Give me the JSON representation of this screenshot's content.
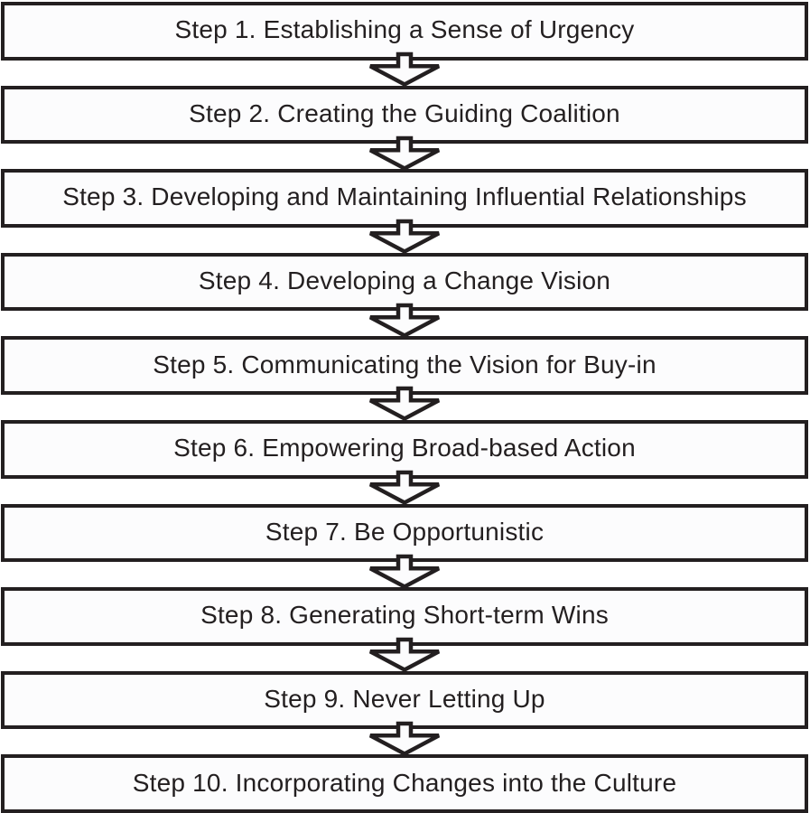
{
  "flowchart": {
    "steps": [
      "Step 1. Establishing a Sense of Urgency",
      "Step 2. Creating the Guiding Coalition",
      "Step 3. Developing and Maintaining Influential Relationships",
      "Step 4. Developing a Change Vision",
      "Step 5. Communicating the Vision for Buy-in",
      "Step 6. Empowering Broad-based Action",
      "Step 7. Be Opportunistic",
      "Step 8. Generating Short-term Wins",
      "Step 9. Never Letting Up",
      "Step 10. Incorporating Changes into the Culture"
    ],
    "connector_icon": "down-arrow",
    "colors": {
      "border": "#231f20",
      "text": "#231f20",
      "box_fill": "#fcfcfd",
      "background": "#ffffff"
    }
  }
}
